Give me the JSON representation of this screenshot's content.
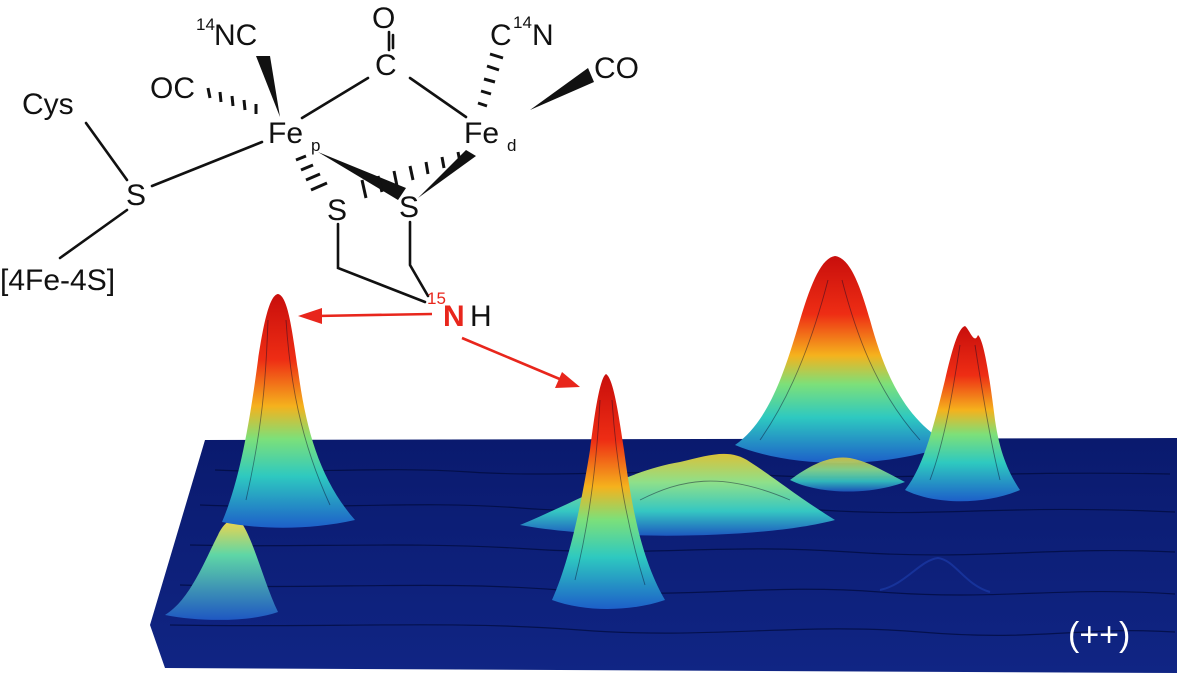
{
  "molecule": {
    "cys": "Cys",
    "s_bridge": "S",
    "cluster": "[4Fe-4S]",
    "oc_left": "OC",
    "nc_sup": "14",
    "nc_text": "NC",
    "o_top": "O",
    "c_bridge": "C",
    "cn_c": "C",
    "cn_sup": "14",
    "cn_n": "N",
    "co_right": "CO",
    "fe_p": "Fe",
    "fe_p_sub": "p",
    "fe_d": "Fe",
    "fe_d_sub": "d",
    "s_left": "S",
    "s_right": "S",
    "n_sup": "15",
    "n_text": "N",
    "h_text": "H"
  },
  "plot": {
    "label": "(++)",
    "colors": {
      "background": "#0c1f78",
      "peak_top": "#e01a12",
      "peak_mid": "#f2c21c",
      "peak_low": "#3fd6a8",
      "peak_base": "#1f6fd6",
      "arrow": "#e8261c"
    }
  }
}
